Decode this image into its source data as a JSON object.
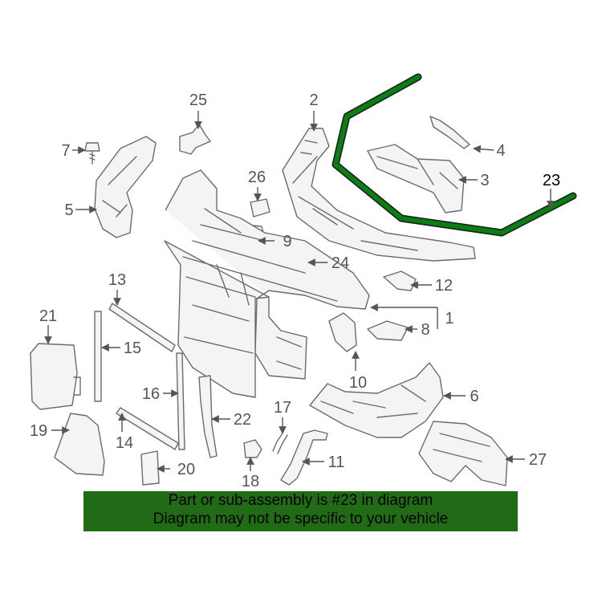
{
  "highlight_color": "#0a7d14",
  "banner": {
    "bg_color": "#226b16",
    "line1": "Part or sub-assembly is #23 in diagram",
    "line2": "Diagram may not be specific to your vehicle"
  },
  "highlighted_part": "23",
  "callouts": {
    "c1": "1",
    "c2": "2",
    "c3": "3",
    "c4": "4",
    "c5": "5",
    "c6": "6",
    "c7": "7",
    "c8": "8",
    "c9": "9",
    "c10": "10",
    "c11": "11",
    "c12": "12",
    "c13": "13",
    "c14": "14",
    "c15": "15",
    "c16": "16",
    "c17": "17",
    "c18": "18",
    "c19": "19",
    "c20": "20",
    "c21": "21",
    "c22": "22",
    "c23": "23",
    "c24": "24",
    "c25": "25",
    "c26": "26",
    "c27": "27"
  }
}
